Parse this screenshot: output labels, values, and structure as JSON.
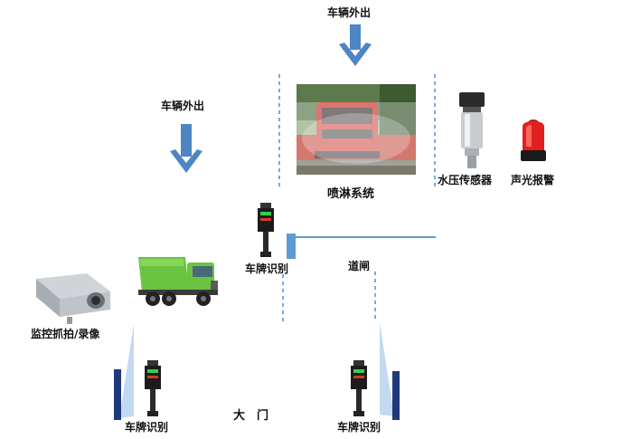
{
  "labels": {
    "exit_top": "车辆外出",
    "exit_left": "车辆外出",
    "spray_system": "喷淋系统",
    "water_sensor": "水压传感器",
    "alarm": "声光报警",
    "plate_recog_mid": "车牌识别",
    "barrier": "道闸",
    "monitor": "监控抓拍/录像",
    "plate_recog_left": "车牌识别",
    "plate_recog_right": "车牌识别",
    "gate": "大　门"
  },
  "colors": {
    "arrow": "#4d86c2",
    "dashed_line": "#4a8fd6",
    "barrier_line": "#5b9bd5",
    "gate_post": "#1f3a7a",
    "truck_green": "#6ac442",
    "alarm_red": "#e02020"
  },
  "icons": [
    "arrow-down-icon",
    "truck-wash-photo",
    "pressure-sensor-icon",
    "alarm-light-icon",
    "plate-camera-icon",
    "dump-truck-icon",
    "cctv-camera-icon"
  ]
}
